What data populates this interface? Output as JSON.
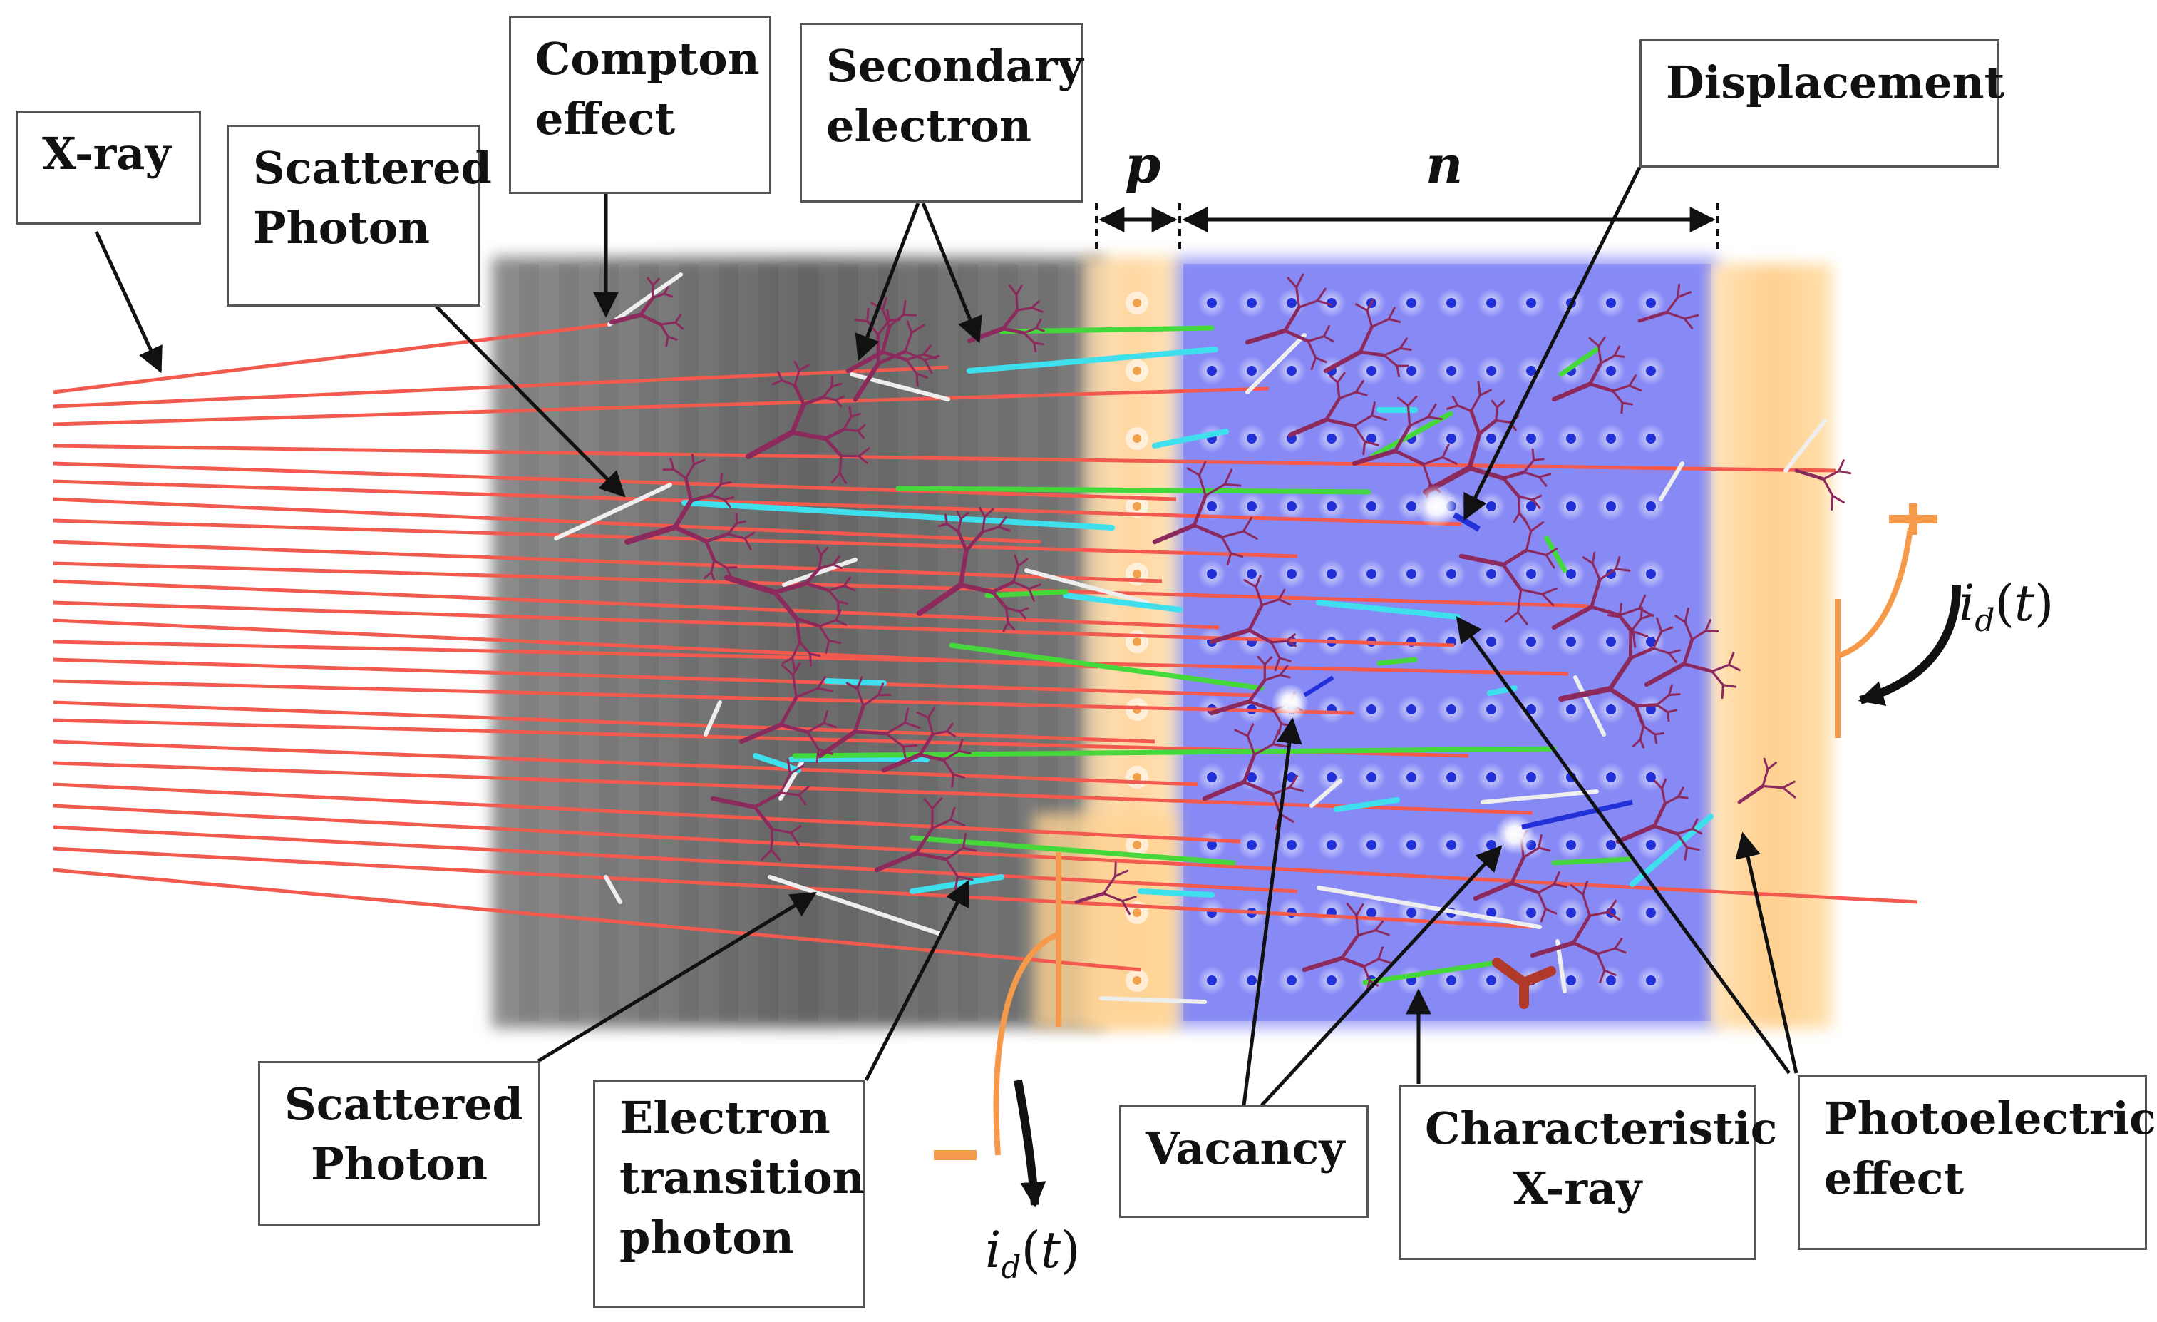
{
  "labels": {
    "xray": [
      "X-ray"
    ],
    "scattered_photon_top": [
      "Scattered",
      "Photon"
    ],
    "compton": [
      "Compton",
      "effect"
    ],
    "secondary_electron": [
      "Secondary",
      "electron"
    ],
    "displacement": [
      "Displacement"
    ],
    "scattered_photon_bottom": [
      "Scattered",
      "Photon"
    ],
    "electron_transition": [
      "Electron",
      "transition",
      "photon"
    ],
    "vacancy": [
      "Vacancy"
    ],
    "characteristic_xray": [
      "Characteristic",
      "X-ray"
    ],
    "photoelectric": [
      "Photoelectric",
      "effect"
    ]
  },
  "regions": {
    "p": "p",
    "n": "n"
  },
  "current": {
    "symbol": "i",
    "subscript": "d",
    "arg_open": "(",
    "arg": "t",
    "arg_close": ")"
  },
  "signs": {
    "plus": "+",
    "minus": "-"
  },
  "colors": {
    "xray_beam": "#f25a4f",
    "scattered_photon": "#eeeeee",
    "secondary_electron": "#8c2a5e",
    "electron_transition": "#3fe0ee",
    "characteristic_xray": "#45d83a",
    "electrode": "#ffcc88",
    "electrode_lead": "#f59a4a",
    "n_region": "#5a5ef0",
    "absorber": "#7a7a7a",
    "arrow": "#111111"
  }
}
